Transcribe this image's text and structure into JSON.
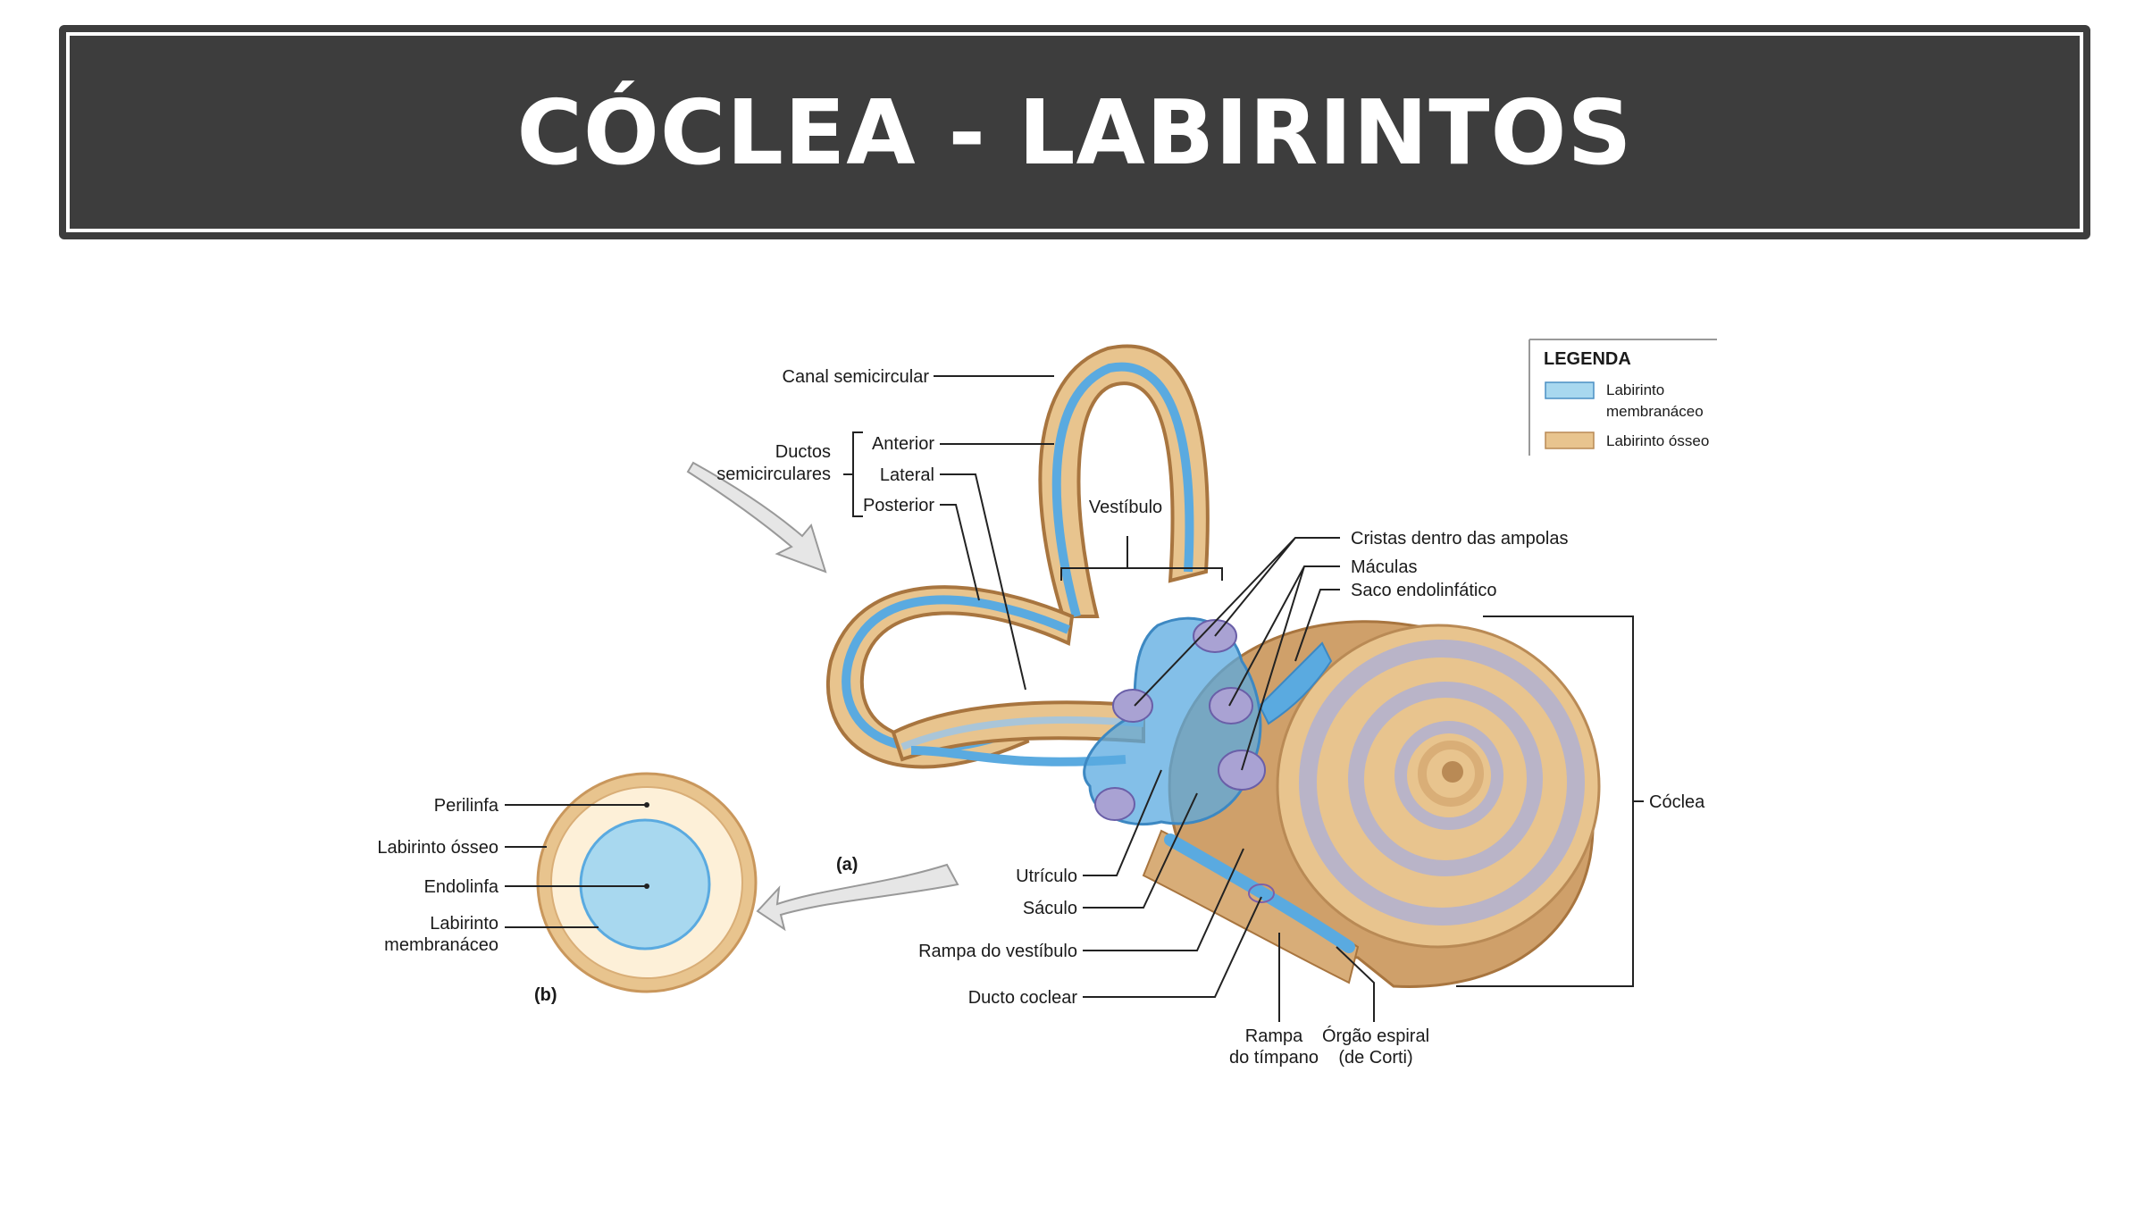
{
  "title": "CÓCLEA - LABIRINTOS",
  "legend": {
    "heading": "LEGENDA",
    "items": [
      {
        "line1": "Labirinto",
        "line2": "membranáceo",
        "color": "#a8d8ef"
      },
      {
        "line1": "Labirinto ósseo",
        "line2": "",
        "color": "#e8c48e"
      }
    ]
  },
  "labels": {
    "canal_semicircular": "Canal semicircular",
    "ductos_1": "Ductos",
    "ductos_2": "semicirculares",
    "anterior": "Anterior",
    "lateral": "Lateral",
    "posterior": "Posterior",
    "vestibulo": "Vestíbulo",
    "cristas": "Cristas dentro das ampolas",
    "maculas": "Máculas",
    "saco": "Saco endolinfático",
    "coclea": "Cóclea",
    "utriculo": "Utrículo",
    "saculo": "Sáculo",
    "rampa_vestibulo": "Rampa do vestíbulo",
    "ducto_coclear": "Ducto coclear",
    "rampa_timpano_1": "Rampa",
    "rampa_timpano_2": "do tímpano",
    "orgao_1": "Órgão espiral",
    "orgao_2": "(de Corti)",
    "panel_a": "(a)",
    "panel_b": "(b)",
    "perilinfa": "Perilinfa",
    "labirinto_osseo": "Labirinto ósseo",
    "endolinfa": "Endolinfa",
    "lab_memb_1": "Labirinto",
    "lab_memb_2": "membranáceo"
  },
  "colors": {
    "bone": "#e8c48e",
    "bone_edge": "#b98a55",
    "membrane": "#5aaae0",
    "membrane_light": "#a8d8ef",
    "perilymph": "#fdf0d8",
    "title_bg": "#3d3d3d"
  }
}
